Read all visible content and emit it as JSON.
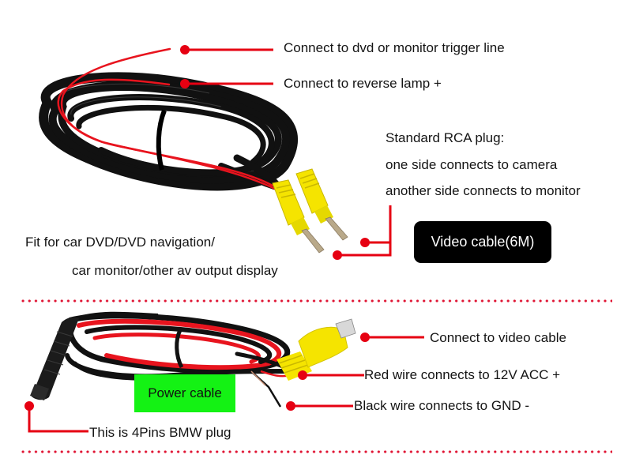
{
  "colors": {
    "accent_red": "#e60012",
    "dotted_separator": "#e01433",
    "video_badge_bg": "#000000",
    "power_badge_bg": "#14f214",
    "plug_yellow": "#f5e400",
    "cable_black": "#111111",
    "wire_red": "#e8141e"
  },
  "video_section": {
    "title_badge": "Video cable(6M)",
    "callouts": [
      {
        "id": "trigger",
        "text": "Connect to dvd or monitor trigger line"
      },
      {
        "id": "reverse",
        "text": "Connect to reverse lamp +"
      }
    ],
    "rca_note": {
      "heading": "Standard RCA plug:",
      "line1": "one side connects to camera",
      "line2": "another side connects to monitor"
    },
    "compatibility": {
      "line1": "Fit for car DVD/DVD navigation/",
      "line2": "car monitor/other av output display"
    }
  },
  "power_section": {
    "title_badge": "Power cable",
    "callouts": [
      {
        "id": "video",
        "text": "Connect to video cable"
      },
      {
        "id": "red",
        "text": "Red wire connects to 12V ACC +"
      },
      {
        "id": "black",
        "text": "Black wire connects to GND -"
      },
      {
        "id": "plug",
        "text": "This is 4Pins BMW plug"
      }
    ]
  }
}
